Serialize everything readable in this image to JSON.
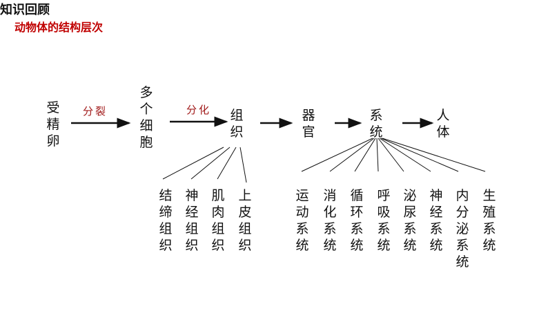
{
  "title": "知识回顾",
  "subtitle": "动物体的结构层次",
  "flow": {
    "zygote": "受精卵",
    "split": "分裂",
    "cells": "多个细胞",
    "differentiate": "分化",
    "tissue": "组织",
    "organ": "器官",
    "system": "系统",
    "body": "人体"
  },
  "tissues": [
    "结缔组织",
    "神经组织",
    "肌肉组织",
    "上皮组织"
  ],
  "systems": [
    "运动系统",
    "消化系统",
    "循环系统",
    "呼吸系统",
    "泌尿系统",
    "神经系统",
    "内分泌系统",
    "生殖系统"
  ],
  "colors": {
    "subtitle": "#c00000",
    "label": "#a01818"
  }
}
